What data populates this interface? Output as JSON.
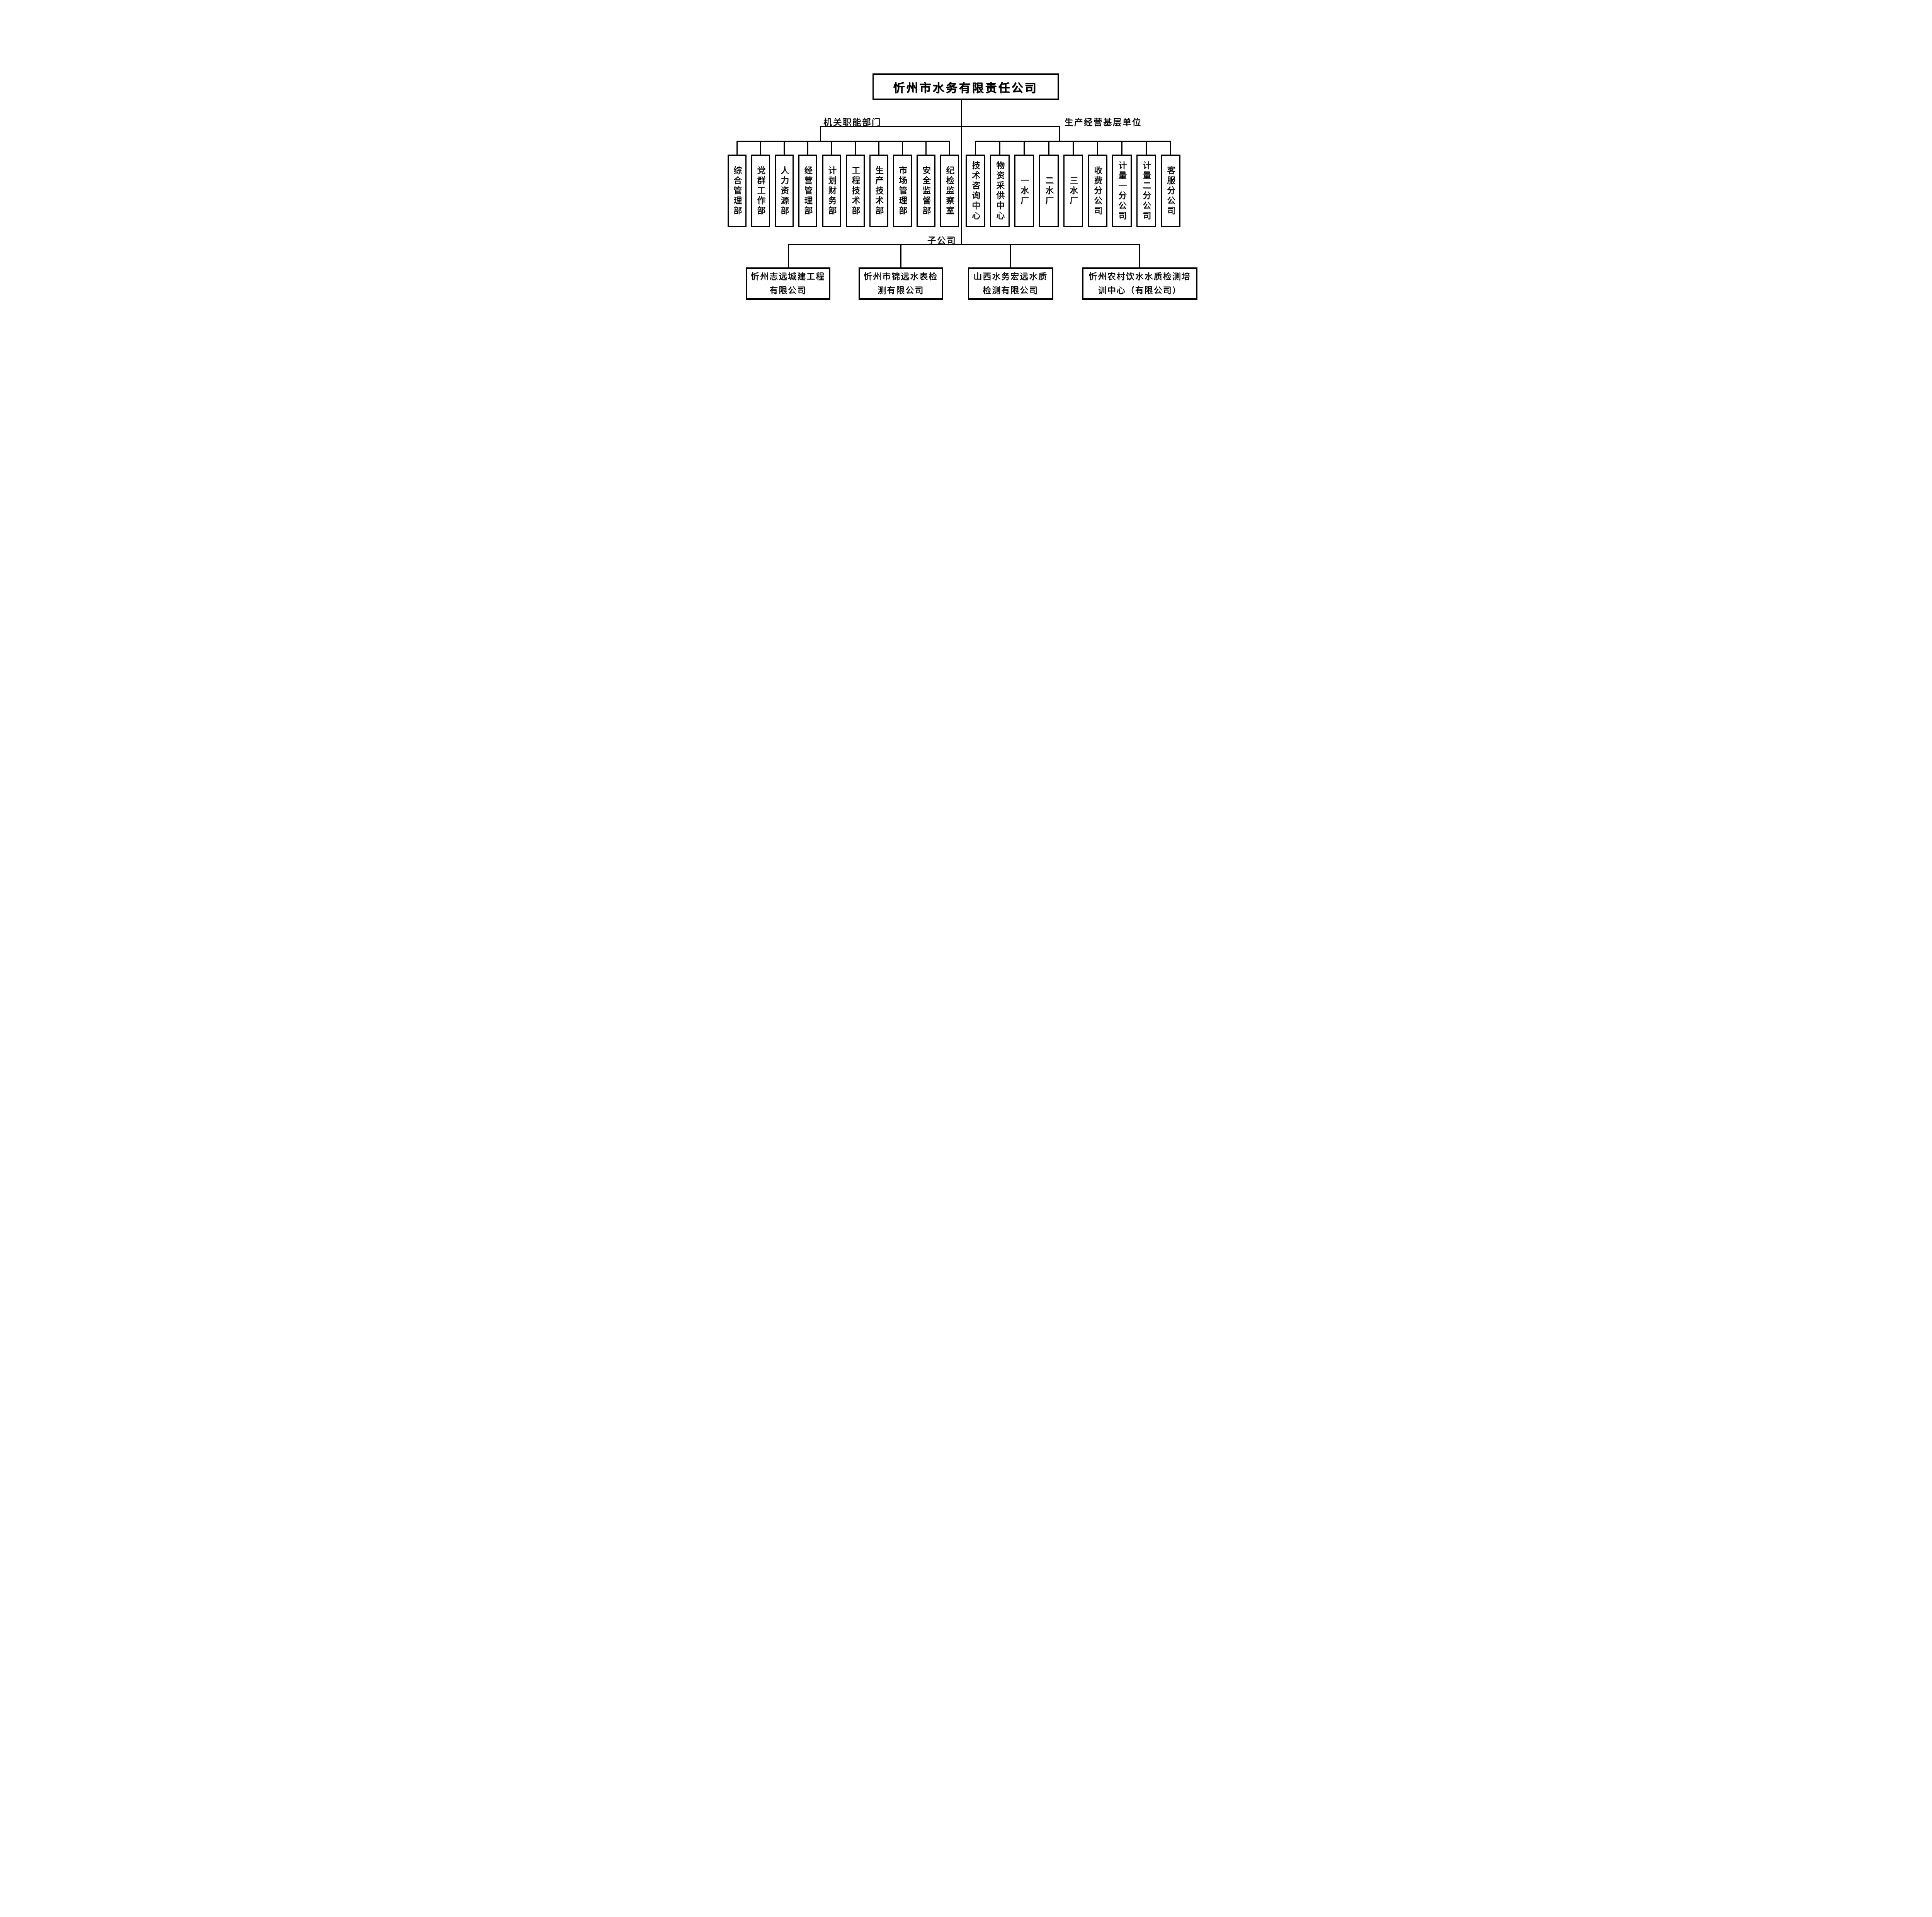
{
  "page": {
    "background": "#ffffff",
    "line_color": "#000000",
    "text_color": "#000000"
  },
  "chart": {
    "type": "org-chart",
    "root": {
      "title": "忻州市水务有限责任公司"
    },
    "branches": {
      "admin": {
        "label": "机关职能部门",
        "departments": [
          "综合管理部",
          "党群工作部",
          "人力资源部",
          "经营管理部",
          "计划财务部",
          "工程技术部",
          "生产技术部",
          "市场管理部",
          "安全监督部",
          "纪检监察室"
        ]
      },
      "production": {
        "label": "生产经营基层单位",
        "units": [
          "技术咨询中心",
          "物资采供中心",
          "一水厂",
          "二水厂",
          "三水厂",
          "收费分公司",
          "计量一分公司",
          "计量二分公司",
          "客服分公司"
        ]
      },
      "subsidiaries": {
        "label": "子公司",
        "companies": [
          {
            "line1": "忻州志远城建工程",
            "line2": "有限公司"
          },
          {
            "line1": "忻州市锦远水表检",
            "line2": "测有限公司"
          },
          {
            "line1": "山西水务宏远水质",
            "line2": "检测有限公司"
          },
          {
            "line1": "忻州农村饮水水质检测培",
            "line2": "训中心（有限公司）"
          }
        ]
      }
    }
  }
}
